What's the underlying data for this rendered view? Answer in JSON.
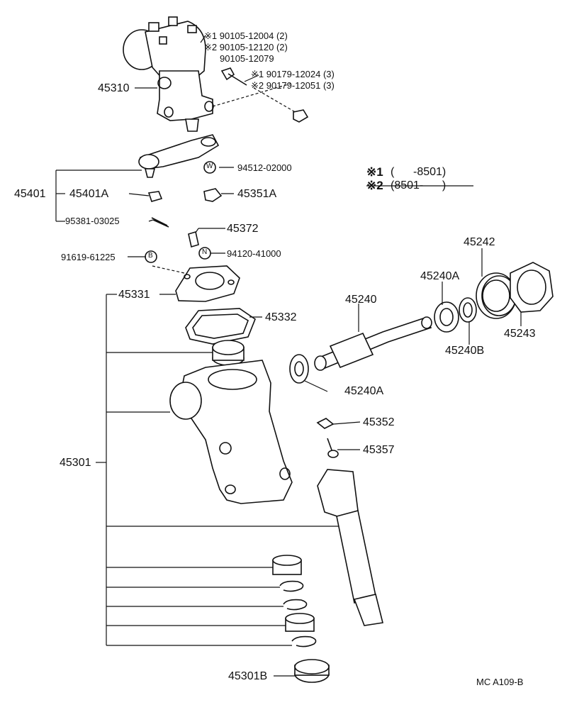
{
  "labels": {
    "p45310": "45310",
    "n1a": "※1 90105-12004 (2)",
    "n2a": "※2 90105-12120 (2)",
    "n3a": "90105-12079",
    "n1b": "※1 90179-12024 (3)",
    "n2b": "※2 90179-12051 (3)",
    "w94512": "94512-02000",
    "p45401": "45401",
    "p45401a": "45401A",
    "p45351a": "45351A",
    "p95381": "95381-03025",
    "p45372": "45372",
    "p91619": "91619-61225",
    "n94120": "94120-41000",
    "p45331": "45331",
    "p45332": "45332",
    "p45240": "45240",
    "p45242": "45242",
    "p45240a_top": "45240A",
    "p45240b": "45240B",
    "p45243": "45243",
    "p45240a_bot": "45240A",
    "p45352": "45352",
    "p45357": "45357",
    "p45301": "45301",
    "p45301b": "45301B",
    "ref": "MC  A109-B"
  },
  "legend": {
    "row1_mark": "※1",
    "row1_text": "(      -8501)",
    "row2_mark": "※2",
    "row2_text": "(8501-      )"
  },
  "markers": {
    "w": "W",
    "b": "B",
    "n": "N"
  }
}
